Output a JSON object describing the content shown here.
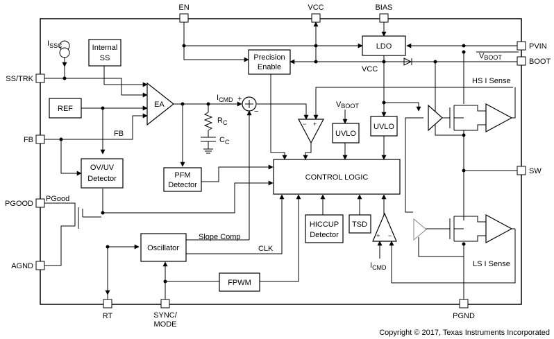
{
  "pins": {
    "en": "EN",
    "vcc_top": "VCC",
    "bias": "BIAS",
    "pvin": "PVIN",
    "boot": "BOOT",
    "ss_trk": "SS/TRK",
    "fb": "FB",
    "pgood": "PGOOD",
    "agnd": "AGND",
    "sw": "SW",
    "rt": "RT",
    "sync_line1": "SYNC/",
    "sync_line2": "MODE",
    "pgnd": "PGND"
  },
  "blocks": {
    "internal_ss_line1": "Internal",
    "internal_ss_line2": "SS",
    "ref": "REF",
    "ea": "EA",
    "ovuv_line1": "OV/UV",
    "ovuv_line2": "Detector",
    "pfm_line1": "PFM",
    "pfm_line2": "Detector",
    "precision_line1": "Precision",
    "precision_line2": "Enable",
    "ldo": "LDO",
    "uvlo_left": "UVLO",
    "uvlo_right": "UVLO",
    "control_logic": "CONTROL LOGIC",
    "hiccup_line1": "HICCUP",
    "hiccup_line2": "Detector",
    "tsd": "TSD",
    "oscillator": "Oscillator",
    "fpwm": "FPWM"
  },
  "labels": {
    "issc_main": "I",
    "issc_sub": "SSC",
    "icmd_main": "I",
    "icmd_sub": "CMD",
    "icmd_bottom_main": "I",
    "icmd_bottom_sub": "CMD",
    "rc_main": "R",
    "rc_sub": "C",
    "cc_main": "C",
    "cc_sub": "C",
    "fb_internal": "FB",
    "pgood_internal": "PGood",
    "vboot_right_main": "V",
    "vboot_right_sub": "BOOT",
    "vboot_uvlo_main": "V",
    "vboot_uvlo_sub": "BOOT",
    "vcc_internal": "VCC",
    "hs_isense": "HS I Sense",
    "ls_isense": "LS I Sense",
    "slope_comp": "Slope Comp",
    "clk": "CLK",
    "plus": "+",
    "minus": "−",
    "plus2": "+",
    "minus2": "−"
  },
  "footer": {
    "copyright": "Copyright © 2017, Texas Instruments Incorporated"
  }
}
